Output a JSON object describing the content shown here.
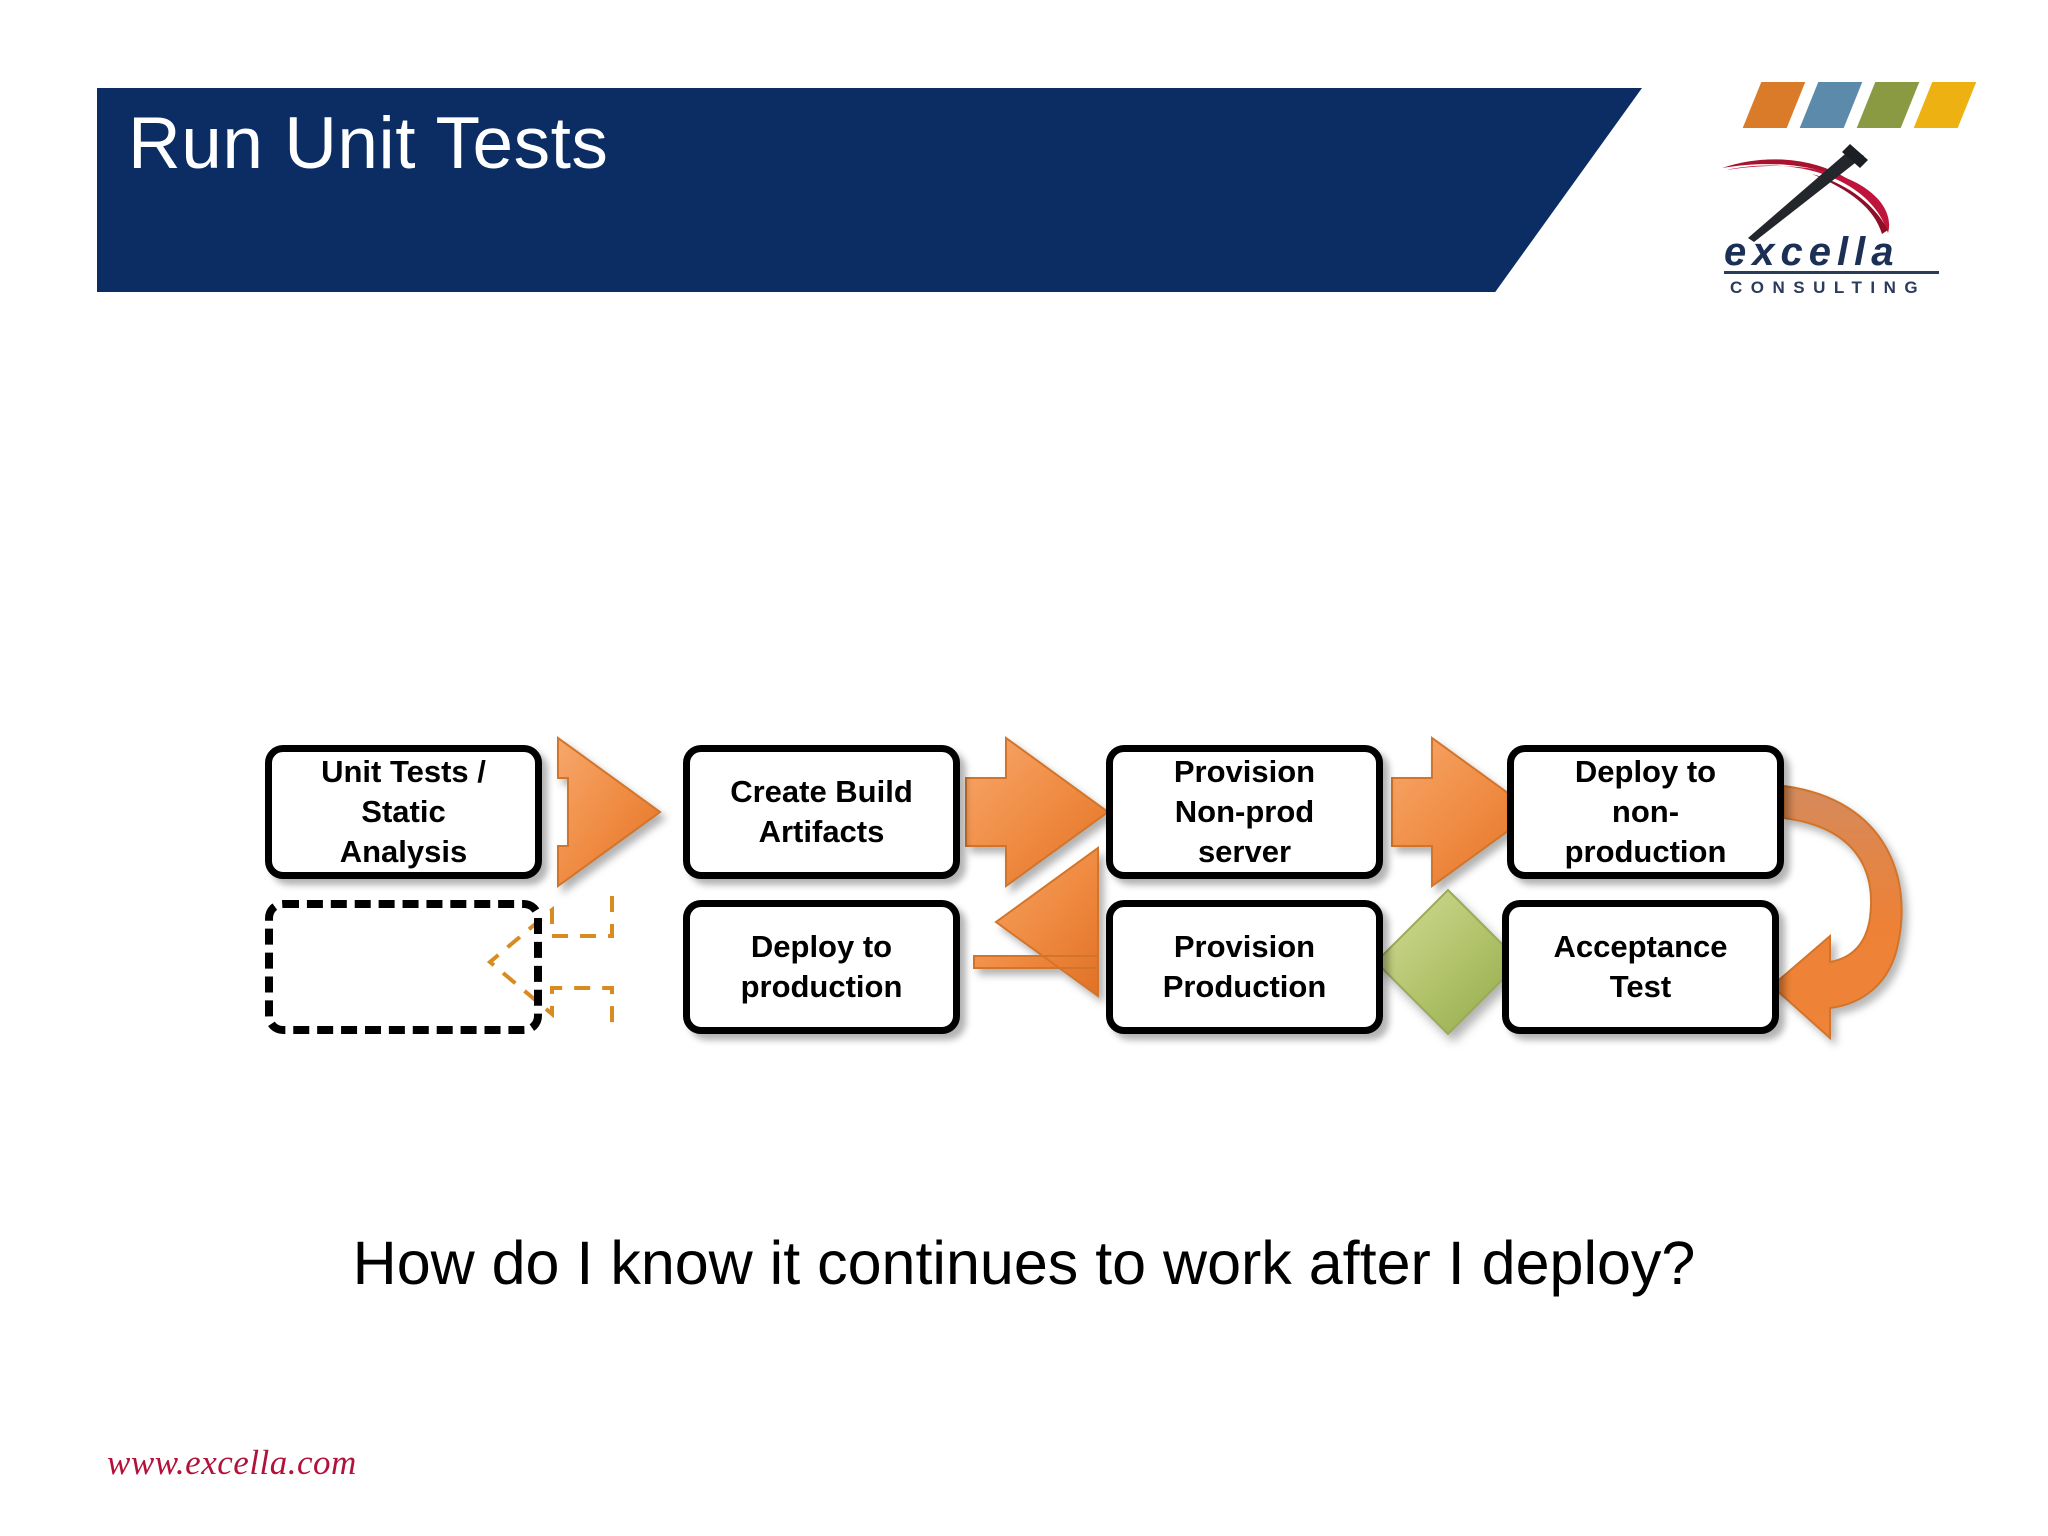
{
  "slide": {
    "title": "Run Unit Tests",
    "question": "How do I know it continues to work after I deploy?",
    "footer_url": "www.excella.com"
  },
  "brand": {
    "name": "excella",
    "tagline": "CONSULTING",
    "banner_color": "#0b2d63",
    "accent_red": "#b4113a",
    "stripe_colors": [
      "#d97b29",
      "#5b8aab",
      "#8a9a42",
      "#edb211"
    ],
    "arrow_color": "#ed8035",
    "diamond_color": "#a8bc5e"
  },
  "diagram": {
    "type": "flowchart",
    "rows": [
      {
        "name": "top-row",
        "nodes": [
          {
            "id": "unit-tests-static-analysis",
            "label": "Unit Tests /\nStatic\nAnalysis",
            "shape": "rounded-rect",
            "style": "solid"
          },
          {
            "id": "create-build-artifacts",
            "label": "Create Build\nArtifacts",
            "shape": "rounded-rect",
            "style": "solid"
          },
          {
            "id": "provision-non-prod-server",
            "label": "Provision\nNon-prod\nserver",
            "shape": "rounded-rect",
            "style": "solid"
          },
          {
            "id": "deploy-to-non-production",
            "label": "Deploy to\nnon-\nproduction",
            "shape": "rounded-rect",
            "style": "solid"
          }
        ]
      },
      {
        "name": "bottom-row",
        "nodes": [
          {
            "id": "empty-placeholder",
            "label": "",
            "shape": "rounded-rect",
            "style": "dashed"
          },
          {
            "id": "deploy-to-production",
            "label": "Deploy to\nproduction",
            "shape": "rounded-rect",
            "style": "solid"
          },
          {
            "id": "provision-production",
            "label": "Provision\nProduction",
            "shape": "rounded-rect",
            "style": "solid"
          },
          {
            "id": "acceptance-test",
            "label": "Acceptance\nTest",
            "shape": "rounded-rect",
            "style": "solid"
          }
        ]
      }
    ],
    "connectors": [
      {
        "id": "arrow-1",
        "from": "unit-tests-static-analysis",
        "to": "create-build-artifacts",
        "direction": "right",
        "style": "solid-orange"
      },
      {
        "id": "arrow-2",
        "from": "create-build-artifacts",
        "to": "provision-non-prod-server",
        "direction": "right",
        "style": "solid-orange"
      },
      {
        "id": "arrow-3",
        "from": "provision-non-prod-server",
        "to": "deploy-to-non-production",
        "direction": "right",
        "style": "solid-orange"
      },
      {
        "id": "arrow-loop",
        "from": "deploy-to-non-production",
        "to": "acceptance-test",
        "direction": "curve-down-left",
        "style": "solid-orange"
      },
      {
        "id": "diamond-gate",
        "from": "acceptance-test",
        "to": "provision-production",
        "direction": "left",
        "style": "diamond-green"
      },
      {
        "id": "arrow-4",
        "from": "provision-production",
        "to": "deploy-to-production",
        "direction": "left",
        "style": "solid-orange"
      },
      {
        "id": "arrow-5",
        "from": "deploy-to-production",
        "to": "empty-placeholder",
        "direction": "left",
        "style": "dashed-orange"
      }
    ]
  },
  "node_labels": {
    "unit_tests": [
      "Unit Tests /",
      "Static",
      "Analysis"
    ],
    "create_build": [
      "Create Build",
      "Artifacts"
    ],
    "provision_nonprod": [
      "Provision",
      "Non-prod",
      "server"
    ],
    "deploy_nonprod": [
      "Deploy to",
      "non-",
      "production"
    ],
    "deploy_prod": [
      "Deploy to",
      "production"
    ],
    "provision_prod": [
      "Provision",
      "Production"
    ],
    "acceptance_test": [
      "Acceptance",
      "Test"
    ],
    "placeholder": ""
  }
}
